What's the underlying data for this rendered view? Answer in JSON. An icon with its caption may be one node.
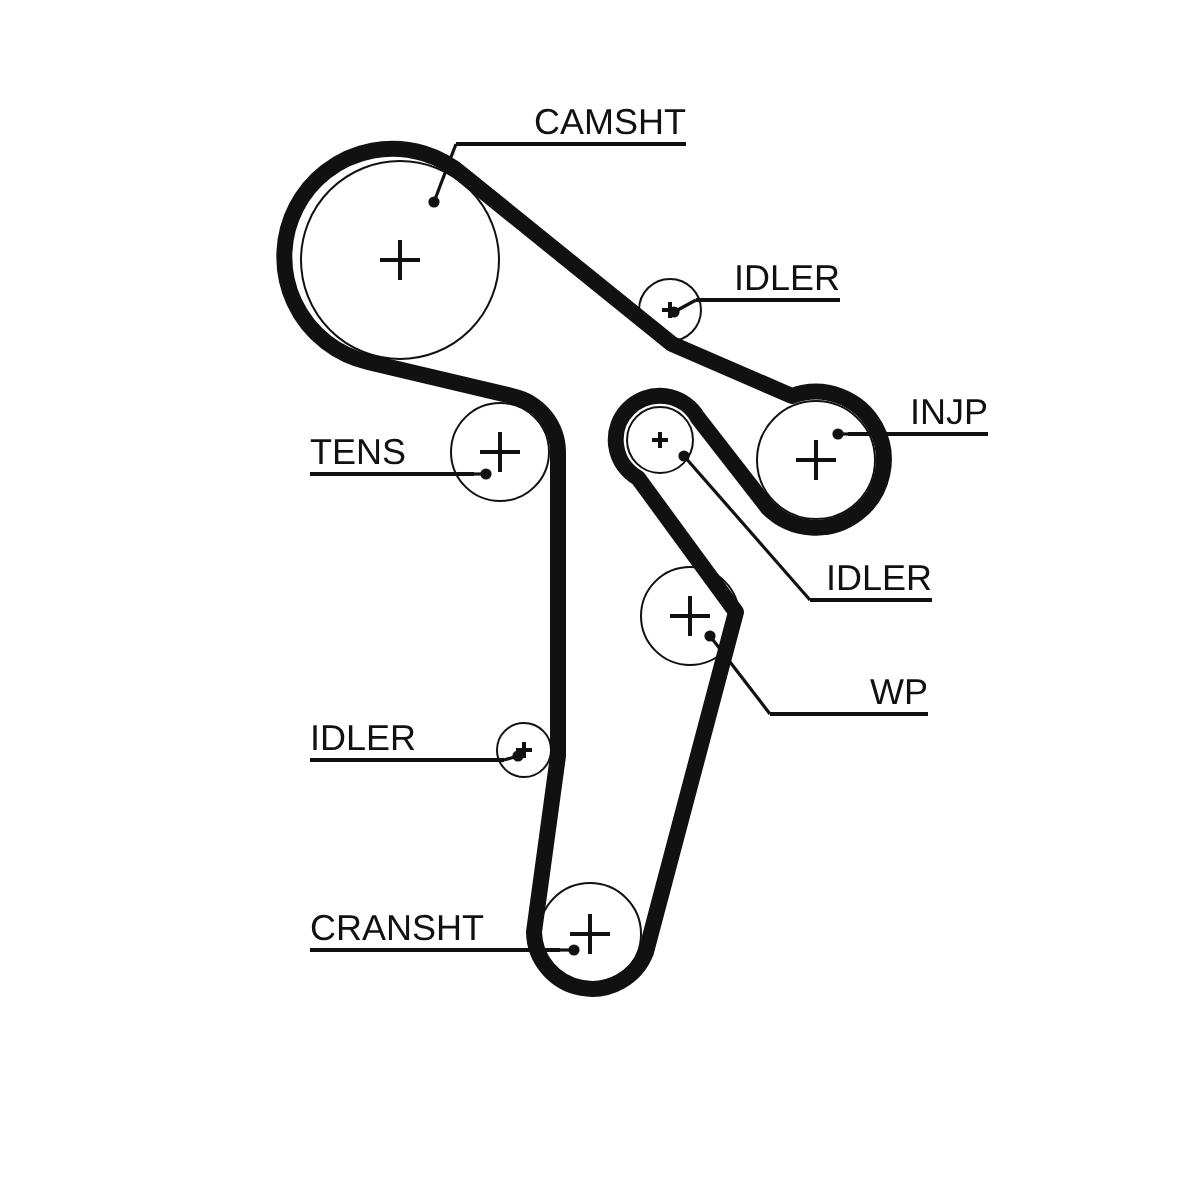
{
  "diagram": {
    "nodes": [
      {
        "text": [
          "CAMSHT"
        ]
      },
      {
        "text": [],
        "shape": "circle"
      },
      {
        "text": [
          "IDLER"
        ]
      },
      {
        "text": [],
        "shape": "circle"
      },
      {
        "text": [
          "INJP"
        ]
      },
      {
        "text": [],
        "shape": "circle"
      },
      {
        "text": [
          "TENS"
        ]
      },
      {
        "text": [],
        "shape": "circle"
      },
      {
        "text": [],
        "shape": "circle"
      },
      {
        "text": [
          "IDLER"
        ]
      },
      {
        "text": [],
        "shape": "circle"
      },
      {
        "text": [
          "WP"
        ]
      },
      {
        "text": [
          "IDLER"
        ]
      },
      {
        "text": [],
        "shape": "circle"
      },
      {
        "text": [
          "CRANSHT"
        ]
      },
      {
        "text": [],
        "shape": "circle"
      }
    ],
    "edges": [
      {
        "from": 0,
        "to": 1,
        "arrow": "other"
      },
      {
        "from": 2,
        "to": 3,
        "arrow": "other"
      },
      {
        "from": 4,
        "to": 5,
        "arrow": "other"
      },
      {
        "from": 6,
        "to": 7,
        "arrow": "other"
      },
      {
        "from": 9,
        "to": 8,
        "arrow": "other"
      },
      {
        "from": 11,
        "to": 10,
        "arrow": "other"
      },
      {
        "from": 12,
        "to": 13,
        "arrow": "other"
      },
      {
        "from": 14,
        "to": 15,
        "arrow": "other"
      }
    ]
  }
}
